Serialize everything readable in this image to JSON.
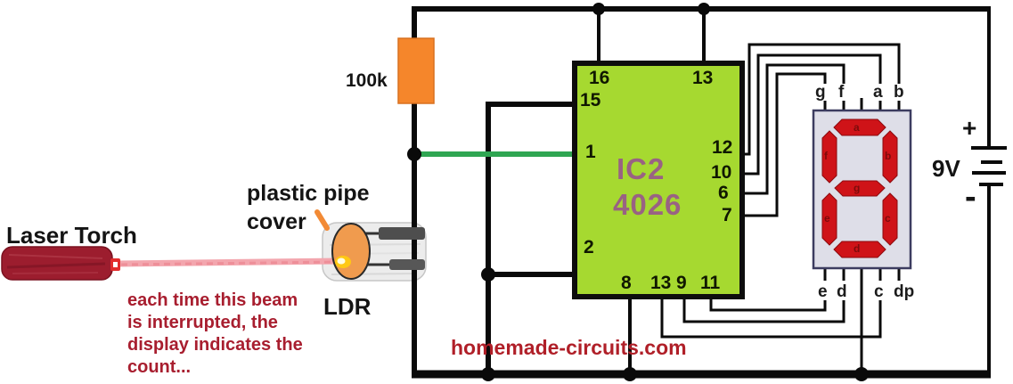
{
  "torch": {
    "label": "Laser Torch"
  },
  "beam_note": {
    "line1": "each time this beam",
    "line2": "is interrupted, the",
    "line3": "display indicates the",
    "line4": "count..."
  },
  "pipe": {
    "label_line1": "plastic pipe",
    "label_line2": "cover"
  },
  "ldr": {
    "label": "LDR"
  },
  "resistor": {
    "value": "100k"
  },
  "ic": {
    "name": "IC2",
    "part": "4026",
    "pins": {
      "p16": "16",
      "p15": "15",
      "p1": "1",
      "p2": "2",
      "p13_top": "13",
      "right": [
        "12",
        "10",
        "6",
        "7"
      ],
      "bottom": [
        "8",
        "13",
        "9",
        "11"
      ]
    }
  },
  "display": {
    "top_pins": [
      "g",
      "f",
      "a",
      "b"
    ],
    "bottom_pins": [
      "e",
      "d",
      "c",
      "dp"
    ],
    "segment_labels": {
      "a": "a",
      "b": "b",
      "c": "c",
      "d": "d",
      "e": "e",
      "f": "f",
      "g": "g"
    }
  },
  "battery": {
    "plus": "+",
    "voltage": "9V",
    "minus": "-"
  },
  "website": {
    "text": "homemade-circuits.com"
  },
  "colors": {
    "ic_body": "#A6D930",
    "ic_text": "#996283",
    "resistor": "#F5862B",
    "clock_wire": "#2FA652",
    "beam": "#F3A6AE",
    "torch_body": "#9C1D2E",
    "note_text": "#A81E2F",
    "website_text": "#B01F28",
    "segment_on": "#CF1318",
    "display_bg": "#DEDEE8",
    "ldr_face": "#F09B4E"
  }
}
